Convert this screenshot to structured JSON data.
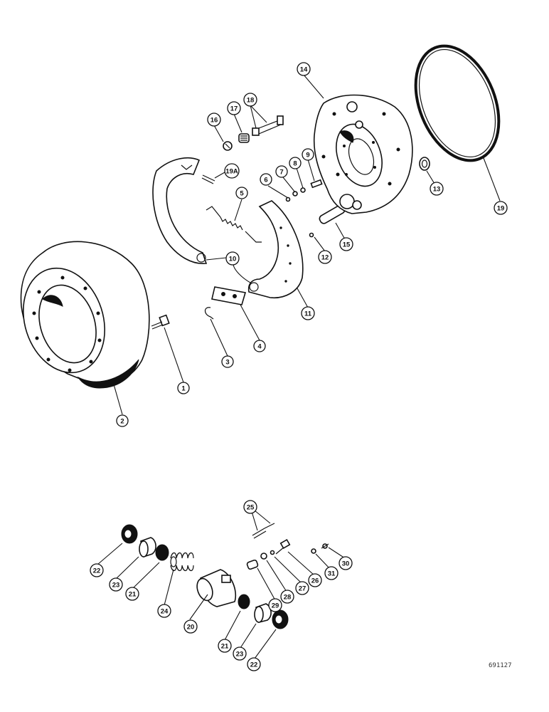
{
  "callouts": {
    "c1": "1",
    "c2": "2",
    "c3": "3",
    "c4": "4",
    "c5": "5",
    "c6": "6",
    "c7": "7",
    "c8": "8",
    "c9": "9",
    "c10": "10",
    "c11": "11",
    "c12": "12",
    "c13": "13",
    "c14": "14",
    "c15": "15",
    "c16": "16",
    "c17": "17",
    "c18": "18",
    "c19": "19",
    "c19a": "19A",
    "c20": "20",
    "c21a": "21",
    "c21b": "21",
    "c22a": "22",
    "c22b": "22",
    "c23a": "23",
    "c23b": "23",
    "c24": "24",
    "c25": "25",
    "c26": "26",
    "c27": "27",
    "c28": "28",
    "c29": "29",
    "c30": "30",
    "c31": "31"
  },
  "figure_code": "691127"
}
